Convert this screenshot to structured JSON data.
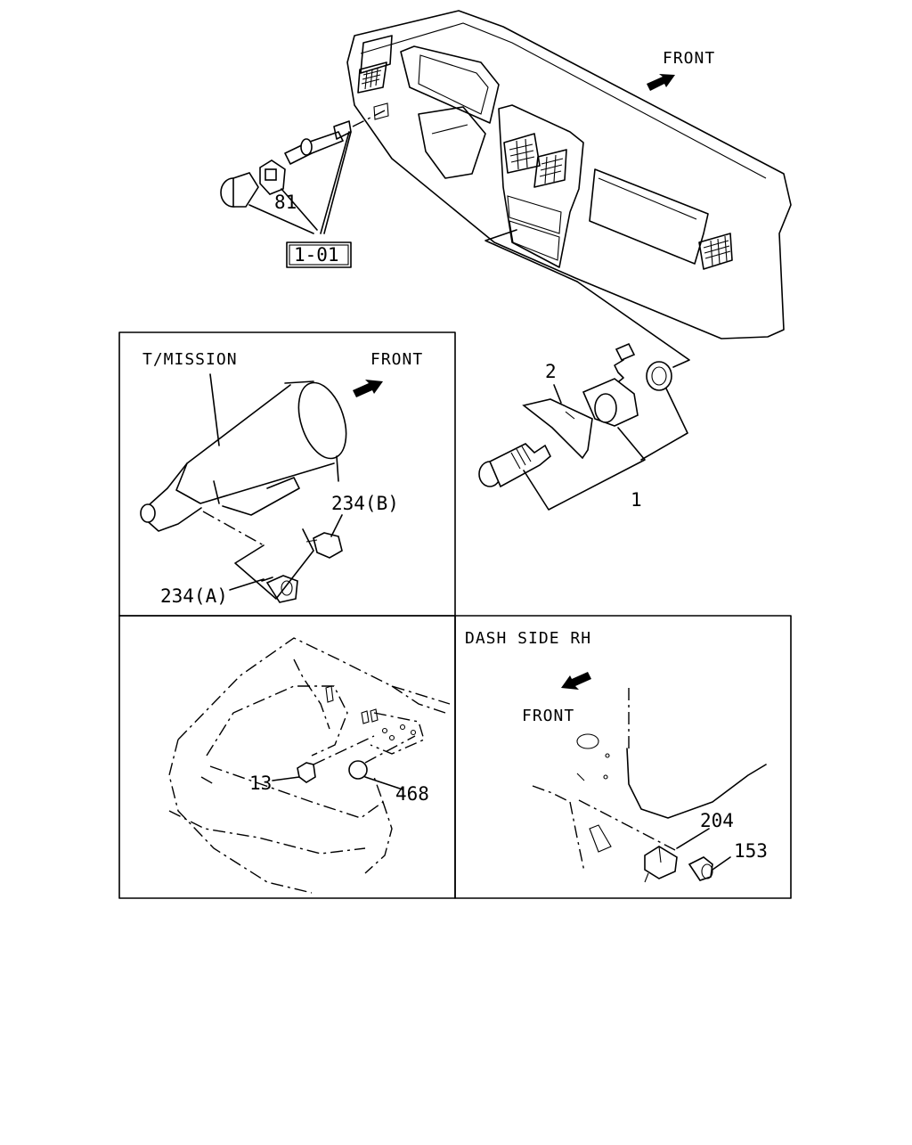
{
  "top_view": {
    "direction_label": "FRONT",
    "callouts": {
      "part_81": "81",
      "ref_box": "1-01",
      "part_2": "2",
      "part_1": "1"
    }
  },
  "transmission_panel": {
    "title": "T/MISSION",
    "direction_label": "FRONT",
    "callouts": {
      "part_234b": "234(B)",
      "part_234a": "234(A)"
    }
  },
  "engine_bay_panel": {
    "callouts": {
      "part_13": "13",
      "part_468": "468"
    }
  },
  "dash_side_panel": {
    "title": "DASH SIDE RH",
    "direction_label": "FRONT",
    "callouts": {
      "part_204": "204",
      "part_153": "153"
    }
  }
}
